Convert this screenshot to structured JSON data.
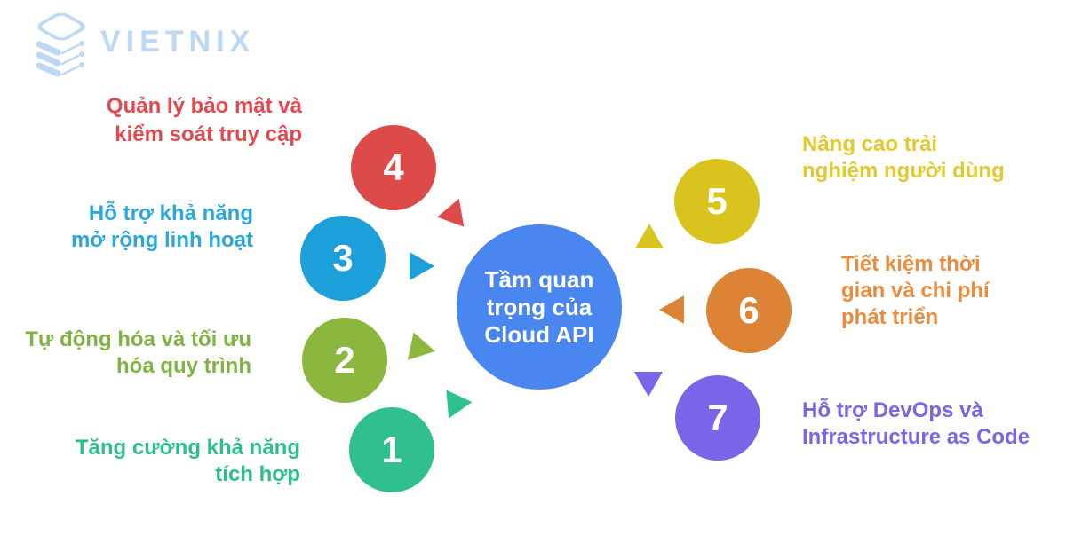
{
  "brand": {
    "name": "VIETNIX",
    "logo_color": "#BDD8F4"
  },
  "center": {
    "title": "Tầm quan trọng của Cloud API",
    "lines": [
      "Tầm quan",
      "trọng của",
      "Cloud API"
    ],
    "circle_color": "#4A86F0",
    "text_color": "#FFFFFF"
  },
  "items": [
    {
      "number": "1",
      "label": "Tăng cường khả năng tích hợp",
      "lines": [
        "Tăng cường khả năng",
        "tích hợp"
      ],
      "circle_color": "#2FC08D",
      "text_color": "#2EBE8B",
      "side": "left"
    },
    {
      "number": "2",
      "label": "Tự động hóa và tối ưu hóa quy trình",
      "lines": [
        "Tự động hóa và tối ưu",
        "hóa quy trình"
      ],
      "circle_color": "#8CB73E",
      "text_color": "#7FB442",
      "side": "left"
    },
    {
      "number": "3",
      "label": "Hỗ trợ khả năng mở rộng linh hoạt",
      "lines": [
        "Hỗ trợ khả năng",
        "mở rộng linh hoạt"
      ],
      "circle_color": "#1D9FD9",
      "text_color": "#2AA7DD",
      "side": "left"
    },
    {
      "number": "4",
      "label": "Quản lý bảo mật và kiểm soát truy cập",
      "lines": [
        "Quản lý bảo mật và",
        "kiểm soát truy cập"
      ],
      "circle_color": "#DC4B49",
      "text_color": "#E5484F",
      "side": "left"
    },
    {
      "number": "5",
      "label": "Nâng cao trải nghiệm người dùng",
      "lines": [
        "Nâng cao trải",
        "nghiệm người dùng"
      ],
      "circle_color": "#D9C41F",
      "text_color": "#E3C92D",
      "side": "right"
    },
    {
      "number": "6",
      "label": "Tiết kiệm thời gian và chi phí phát triển",
      "lines": [
        "Tiết kiệm thời",
        "gian và chi phí",
        "phát triển"
      ],
      "circle_color": "#DD8336",
      "text_color": "#EC8B3E",
      "side": "right"
    },
    {
      "number": "7",
      "label": "Hỗ trợ DevOps và Infrastructure as Code",
      "lines": [
        "Hỗ trợ DevOps và",
        "Infrastructure as Code"
      ],
      "circle_color": "#7B64E8",
      "text_color": "#7B64E8",
      "side": "right"
    }
  ]
}
